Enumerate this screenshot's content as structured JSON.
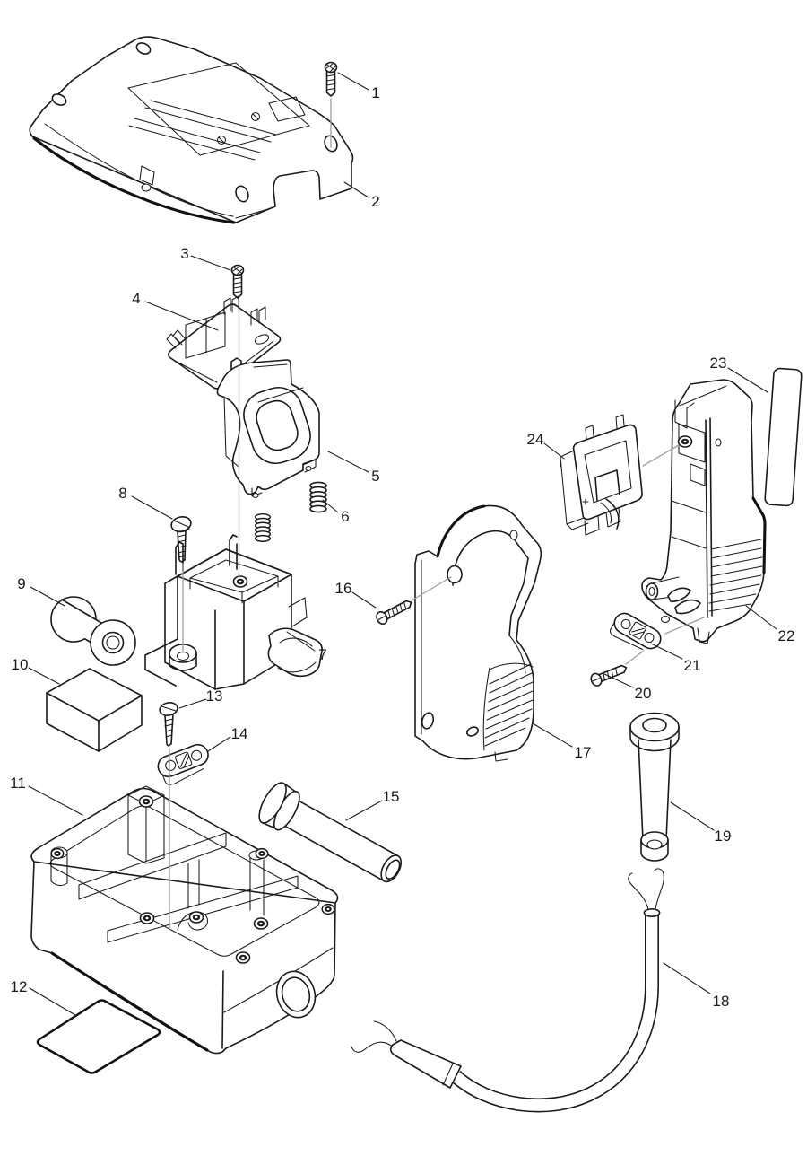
{
  "diagram": {
    "background_color": "#ffffff",
    "line_color": "#1a1a1a",
    "assembly_line_color": "#9e9e9e"
  },
  "parts": [
    {
      "number": "1"
    },
    {
      "number": "2"
    },
    {
      "number": "3"
    },
    {
      "number": "4"
    },
    {
      "number": "5"
    },
    {
      "number": "6"
    },
    {
      "number": "7"
    },
    {
      "number": "8"
    },
    {
      "number": "9"
    },
    {
      "number": "10"
    },
    {
      "number": "11"
    },
    {
      "number": "12"
    },
    {
      "number": "13"
    },
    {
      "number": "14"
    },
    {
      "number": "15"
    },
    {
      "number": "16"
    },
    {
      "number": "17"
    },
    {
      "number": "18"
    },
    {
      "number": "19"
    },
    {
      "number": "20"
    },
    {
      "number": "21"
    },
    {
      "number": "22"
    },
    {
      "number": "23"
    },
    {
      "number": "24"
    }
  ]
}
